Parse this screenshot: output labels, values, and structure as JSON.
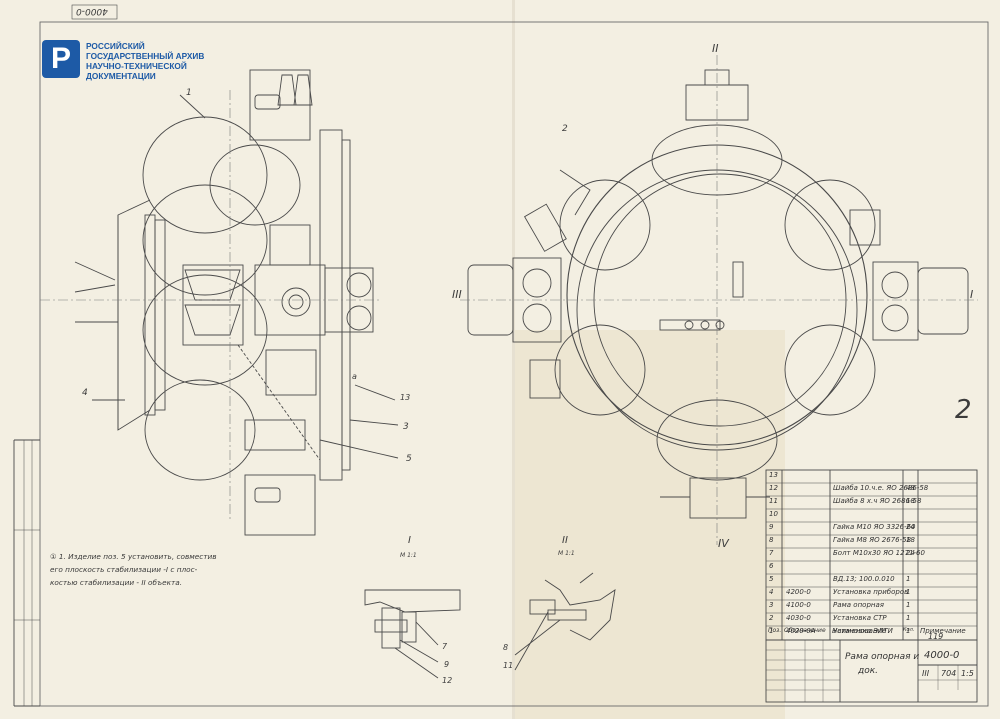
{
  "archive": {
    "logo_glyph": "Р",
    "name_line1": "Российский",
    "name_line2": "государственный архив",
    "name_line3": "научно-технической",
    "name_line4": "документации"
  },
  "corner_number": "4000-0",
  "sheet_number": "2",
  "view_markers": {
    "top": "II",
    "bottom": "IV",
    "left": "III",
    "right": "I"
  },
  "section_labels": {
    "sec1": "I",
    "sec1_scale": "М 1:1",
    "sec2": "II",
    "sec2_scale": "М 1:1"
  },
  "callouts": [
    "1",
    "2",
    "3",
    "4",
    "5",
    "7",
    "8",
    "9",
    "11",
    "12",
    "13",
    "а"
  ],
  "note": {
    "line1": "① 1. Изделие поз. 5 установить, совместив",
    "line2": "его плоскость стабилизации -I с плос-",
    "line3": "костью стабилизации - II объекта."
  },
  "spec": {
    "rows": [
      {
        "pos": "13",
        "des": "",
        "name": "",
        "qty": ""
      },
      {
        "pos": "12",
        "des": "",
        "name": "Шайба 10.ч.е. ЯО 2686-58",
        "qty": "48"
      },
      {
        "pos": "11",
        "des": "",
        "name": "Шайба 8 х.ч ЯО 2686-58",
        "qty": "18"
      },
      {
        "pos": "10",
        "des": "",
        "name": "",
        "qty": ""
      },
      {
        "pos": "9",
        "des": "",
        "name": "Гайка М10 ЯО 3326-60",
        "qty": "24"
      },
      {
        "pos": "8",
        "des": "",
        "name": "Гайка М8 ЯО 2676-58",
        "qty": "18"
      },
      {
        "pos": "7",
        "des": "",
        "name": "Болт М10х30 ЯО 1271-60",
        "qty": "24"
      },
      {
        "pos": "6",
        "des": "",
        "name": "",
        "qty": ""
      },
      {
        "pos": "5",
        "des": "",
        "name": "ВД.13; 100.0.010",
        "qty": "1"
      },
      {
        "pos": "4",
        "des": "4200-0",
        "name": "Установка приборов",
        "qty": "1"
      },
      {
        "pos": "3",
        "des": "4100-0",
        "name": "Рама опорная",
        "qty": "1"
      },
      {
        "pos": "2",
        "des": "4030-0",
        "name": "Установка СТР",
        "qty": "1"
      },
      {
        "pos": "1",
        "des": "4020-0А",
        "name": "Установка ЭЛТИ",
        "qty": "1"
      }
    ],
    "header": {
      "pos": "Поз.",
      "des": "Обозначение",
      "name": "Наименование",
      "qty": "Кол.",
      "note": "Примечание"
    }
  },
  "title_block": {
    "title_line1": "Рама опорная и",
    "title_line2": "док.",
    "code": "4000-0",
    "sheet_code": "119",
    "letter": "III",
    "mass": "704",
    "scale": "1:5"
  }
}
